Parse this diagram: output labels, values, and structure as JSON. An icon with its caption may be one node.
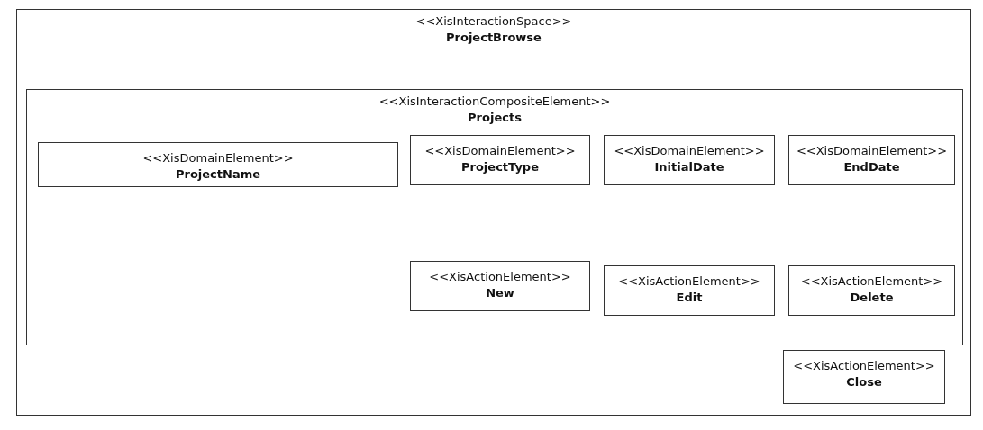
{
  "diagram": {
    "nodes": [
      {
        "text": [
          "<<XisInteractionSpace>>",
          "ProjectBrowse"
        ]
      },
      {
        "text": [
          "<<XisInteractionCompositeElement>>",
          "Projects"
        ],
        "in": 0
      },
      {
        "text": [
          "<<XisDomainElement>>",
          "ProjectName"
        ],
        "in": 1
      },
      {
        "text": [
          "<<XisDomainElement>>",
          "ProjectType"
        ],
        "in": 1
      },
      {
        "text": [
          "<<XisDomainElement>>",
          "InitialDate"
        ],
        "in": 1
      },
      {
        "text": [
          "<<XisDomainElement>>",
          "EndDate"
        ],
        "in": 1
      },
      {
        "text": [
          "<<XisActionElement>>",
          "New"
        ],
        "in": 1
      },
      {
        "text": [
          "<<XisActionElement>>",
          "Edit"
        ],
        "in": 1
      },
      {
        "text": [
          "<<XisActionElement>>",
          "Delete"
        ],
        "in": 1
      },
      {
        "text": [
          "<<XisActionElement>>",
          "Close"
        ],
        "in": 0
      }
    ]
  }
}
